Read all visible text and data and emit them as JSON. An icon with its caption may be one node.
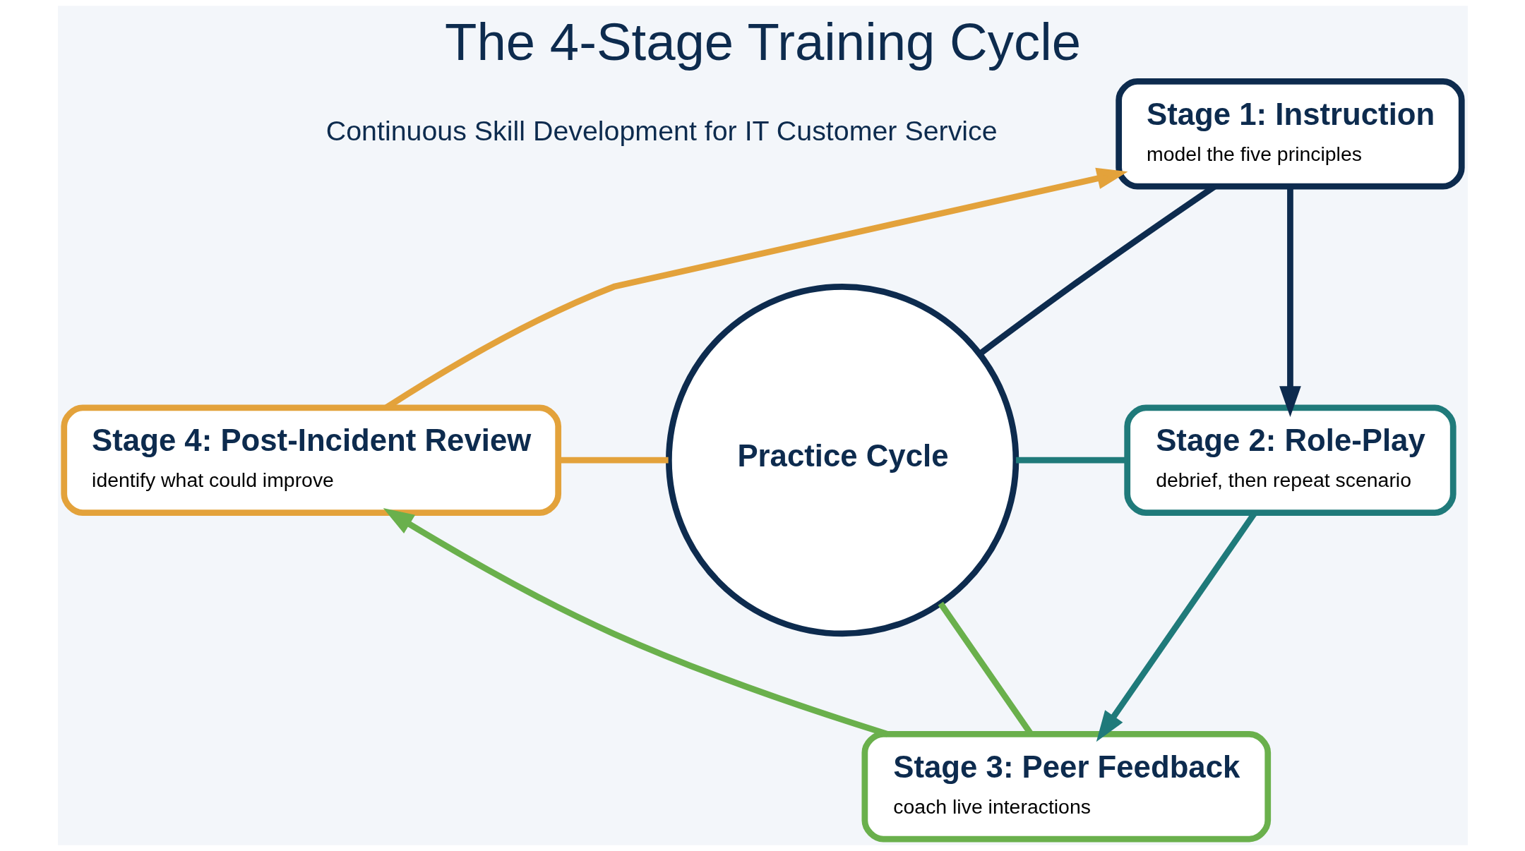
{
  "diagram": {
    "title": "The 4-Stage Training Cycle",
    "nodes": [
      {
        "text": [
          "Practice Cycle"
        ]
      },
      {
        "text": [
          "Stage 1: Instruction",
          "model the five principles"
        ]
      },
      {
        "text": [
          "Stage 2: Role-Play",
          "debrief, then repeat scenario"
        ]
      },
      {
        "text": [
          "Stage 3: Peer Feedback",
          "coach live interactions"
        ]
      },
      {
        "text": [
          "Stage 4: Post-Incident Review",
          "identify what could improve"
        ]
      }
    ],
    "edges": [
      {
        "from": 1,
        "to": 2,
        "arrow": "to",
        "color": "#0d2b4e"
      },
      {
        "from": 2,
        "to": 3,
        "arrow": "to",
        "color": "#1f7a7a"
      },
      {
        "from": 3,
        "to": 4,
        "arrow": "to",
        "color": "#6ab04c"
      },
      {
        "from": 4,
        "to": 1,
        "arrow": "to",
        "color": "#e3a23b"
      },
      {
        "from": 0,
        "to": 1,
        "arrow": "none",
        "color": "#0d2b4e"
      },
      {
        "from": 0,
        "to": 2,
        "arrow": "none",
        "color": "#1f7a7a"
      },
      {
        "from": 0,
        "to": 3,
        "arrow": "none",
        "color": "#6ab04c"
      },
      {
        "from": 0,
        "to": 4,
        "arrow": "none",
        "color": "#e3a23b"
      }
    ],
    "labels": [
      "Continuous Skill Development for IT Customer Service"
    ]
  }
}
